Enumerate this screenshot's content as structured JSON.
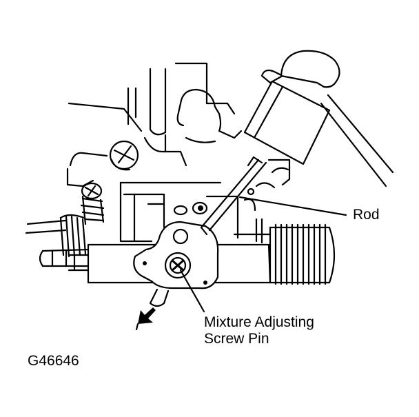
{
  "labels": {
    "rod": "Rod",
    "mixture_line1": "Mixture Adjusting",
    "mixture_line2": "Screw Pin",
    "figure_code": "G46646"
  },
  "colors": {
    "ink": "#000000",
    "background": "#ffffff"
  },
  "icons": {
    "hammer": "hammer-icon",
    "direction_arrow": "arrow-down-left-icon"
  }
}
